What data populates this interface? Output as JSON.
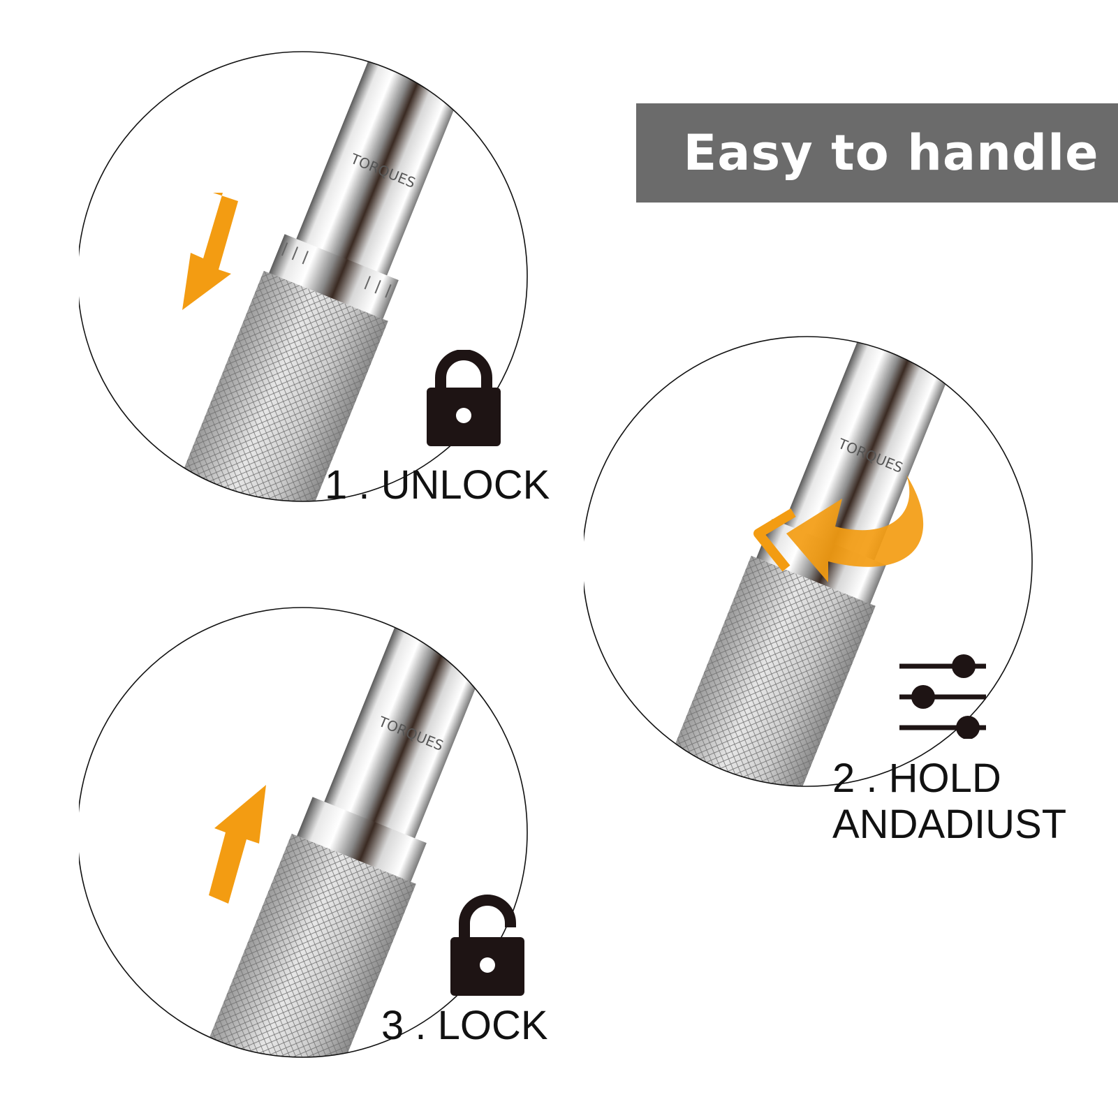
{
  "banner": {
    "title": "Easy to handle"
  },
  "steps": [
    {
      "label": "1 . UNLOCK",
      "icon": "lock-closed-icon",
      "arrow": "arrow-down-icon",
      "engraving": "TORQUES"
    },
    {
      "label_line1": "2 . HOLD",
      "label_line2": "ANDADIUST",
      "icon": "sliders-icon",
      "arrow": "rotate-arrow-icon",
      "engraving": "TORQUES"
    },
    {
      "label": "3 . LOCK",
      "icon": "lock-open-icon",
      "arrow": "arrow-up-icon",
      "engraving": "TORQUES"
    }
  ],
  "colors": {
    "banner_bg": "#6b6b6b",
    "accent_orange": "#f39c12",
    "icon_dark": "#1e1414"
  }
}
